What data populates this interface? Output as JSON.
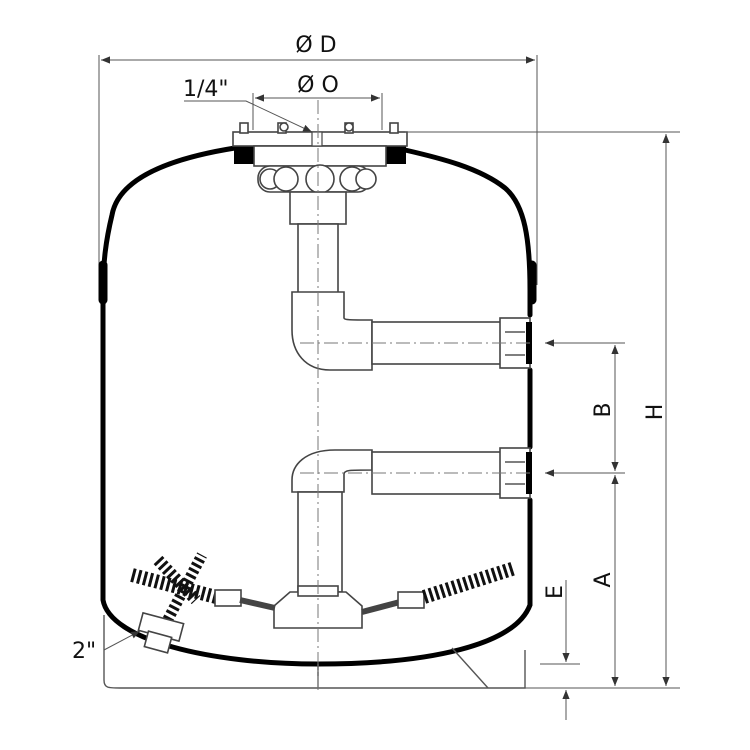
{
  "labels": {
    "diameter": "Ø D",
    "outlet": "Ø O",
    "quarter_inch": "1/4\"",
    "two_inch": "2\"",
    "dim_h": "H",
    "dim_b": "B",
    "dim_a": "A",
    "dim_e": "E"
  },
  "colors": {
    "shell": "#000000",
    "line": "#444444",
    "dimension": "#555555"
  }
}
